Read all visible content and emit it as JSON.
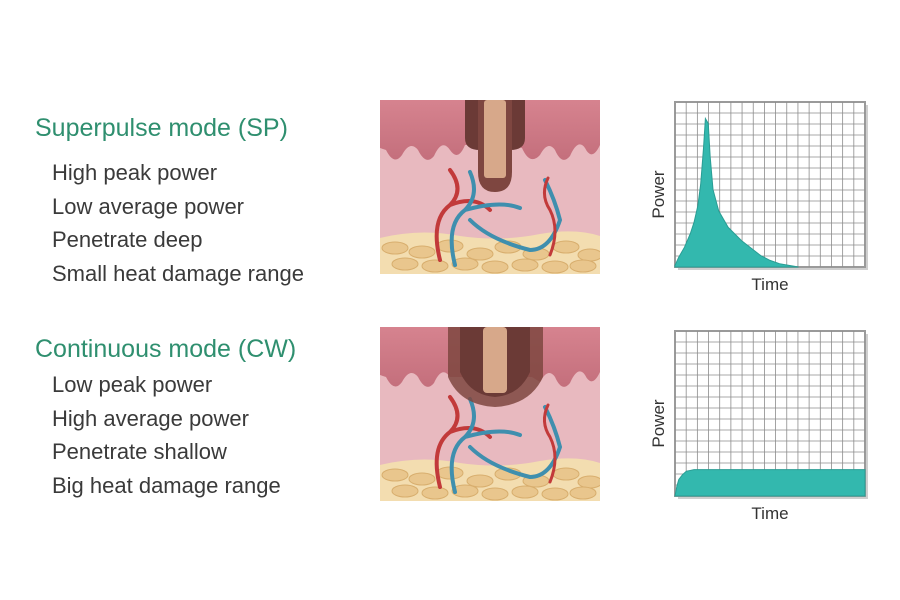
{
  "colors": {
    "heading": "#2f8f6f",
    "text": "#3a3a3a",
    "fill": "#33b8ae",
    "grid": "#8c8c8c",
    "frame": "#9a9a9a",
    "skin_top": "#c9737f",
    "skin_mid": "#e6b4bb",
    "fat": "#f3ddb0",
    "vessel_red": "#c23a3a",
    "vessel_blue": "#3f8fae",
    "probe_outer": "#6b3a36",
    "probe_inner": "#d7a88a"
  },
  "sections": [
    {
      "id": "sp",
      "heading": "Superpulse mode (SP)",
      "points": [
        "High peak power",
        "Low average power",
        "Penetrate deep",
        "Small heat damage range"
      ],
      "illustration": {
        "probe_icon": "laser-probe-narrow-icon",
        "tissue_icon": "skin-cross-section-icon"
      },
      "chart_data": {
        "type": "area",
        "xlabel": "Time",
        "ylabel": "Power",
        "xlim": [
          0,
          1
        ],
        "ylim": [
          0,
          1
        ],
        "grid": true,
        "x": [
          0,
          0.02,
          0.05,
          0.08,
          0.1,
          0.12,
          0.135,
          0.15,
          0.16,
          0.175,
          0.185,
          0.2,
          0.23,
          0.28,
          0.35,
          0.45,
          0.5,
          0.55,
          0.6,
          0.65
        ],
        "values": [
          0.01,
          0.06,
          0.12,
          0.2,
          0.27,
          0.37,
          0.5,
          0.72,
          0.9,
          0.87,
          0.67,
          0.47,
          0.34,
          0.24,
          0.16,
          0.07,
          0.04,
          0.02,
          0.01,
          0
        ]
      }
    },
    {
      "id": "cw",
      "heading": "Continuous mode (CW)",
      "points": [
        "Low peak power",
        "High average power",
        "Penetrate shallow",
        "Big heat damage range"
      ],
      "illustration": {
        "probe_icon": "laser-probe-wide-icon",
        "tissue_icon": "skin-cross-section-icon"
      },
      "chart_data": {
        "type": "area",
        "xlabel": "Time",
        "ylabel": "Power",
        "xlim": [
          0,
          1
        ],
        "ylim": [
          0,
          1
        ],
        "grid": true,
        "x": [
          0,
          0.01,
          0.02,
          0.04,
          0.06,
          0.08,
          0.1,
          0.5,
          1.0
        ],
        "values": [
          0,
          0.06,
          0.1,
          0.13,
          0.15,
          0.155,
          0.16,
          0.16,
          0.16
        ]
      }
    }
  ]
}
